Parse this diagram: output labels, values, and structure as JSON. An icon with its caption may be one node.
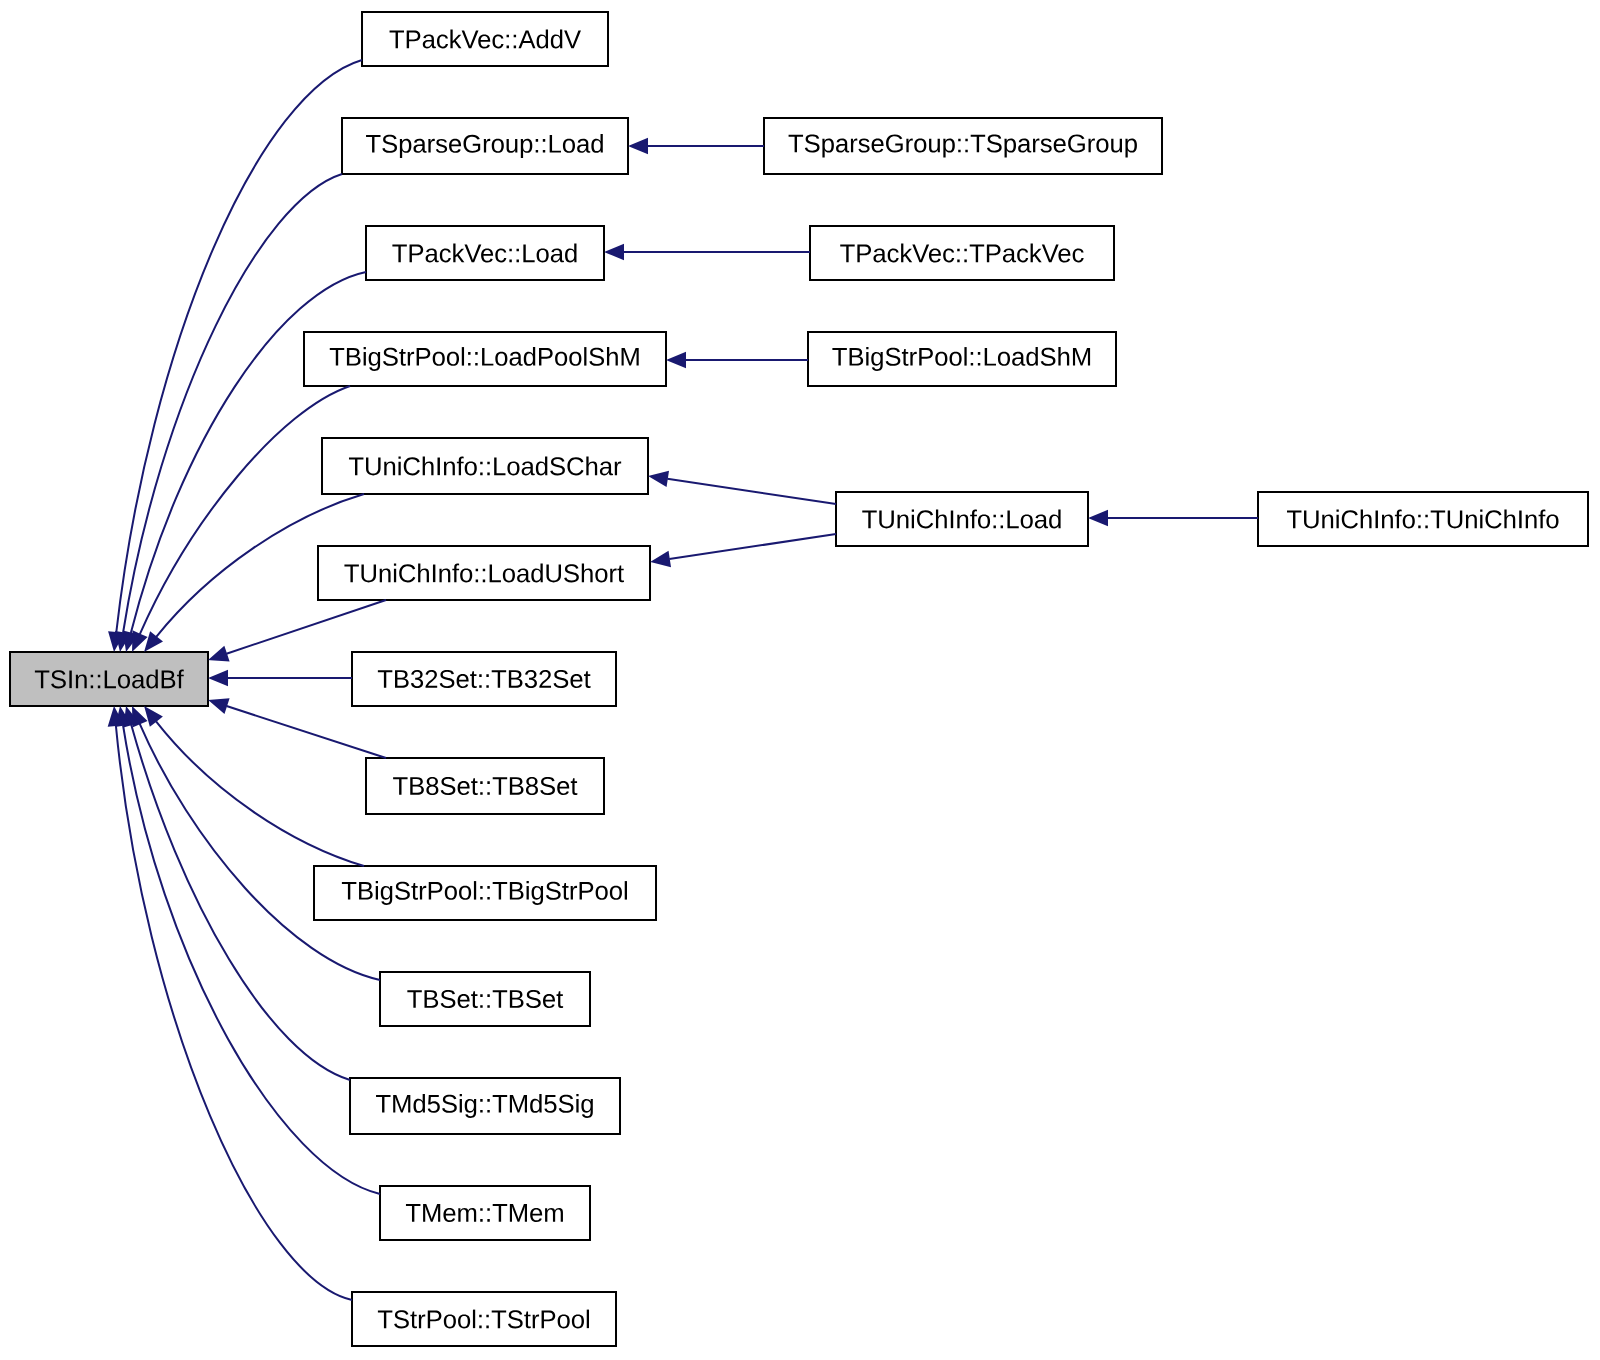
{
  "diagram": {
    "nodes": [
      {
        "text": [
          "TSIn::LoadBf"
        ]
      },
      {
        "text": [
          "TPackVec::AddV"
        ]
      },
      {
        "text": [
          "TSparseGroup::Load"
        ]
      },
      {
        "text": [
          "TPackVec::Load"
        ]
      },
      {
        "text": [
          "TBigStrPool::LoadPoolShM"
        ]
      },
      {
        "text": [
          "TUniChInfo::LoadSChar"
        ]
      },
      {
        "text": [
          "TUniChInfo::LoadUShort"
        ]
      },
      {
        "text": [
          "TB32Set::TB32Set"
        ]
      },
      {
        "text": [
          "TB8Set::TB8Set"
        ]
      },
      {
        "text": [
          "TBigStrPool::TBigStrPool"
        ]
      },
      {
        "text": [
          "TBSet::TBSet"
        ]
      },
      {
        "text": [
          "TMd5Sig::TMd5Sig"
        ]
      },
      {
        "text": [
          "TMem::TMem"
        ]
      },
      {
        "text": [
          "TStrPool::TStrPool"
        ]
      },
      {
        "text": [
          "TSparseGroup::TSparseGroup"
        ]
      },
      {
        "text": [
          "TPackVec::TPackVec"
        ]
      },
      {
        "text": [
          "TBigStrPool::LoadShM"
        ]
      },
      {
        "text": [
          "TUniChInfo::Load"
        ]
      },
      {
        "text": [
          "TUniChInfo::TUniChInfo"
        ]
      }
    ],
    "edges": [
      {
        "from": 1,
        "to": 0,
        "arrow": "to"
      },
      {
        "from": 2,
        "to": 0,
        "arrow": "to"
      },
      {
        "from": 3,
        "to": 0,
        "arrow": "to"
      },
      {
        "from": 4,
        "to": 0,
        "arrow": "to"
      },
      {
        "from": 5,
        "to": 0,
        "arrow": "to"
      },
      {
        "from": 6,
        "to": 0,
        "arrow": "to"
      },
      {
        "from": 7,
        "to": 0,
        "arrow": "to"
      },
      {
        "from": 8,
        "to": 0,
        "arrow": "to"
      },
      {
        "from": 9,
        "to": 0,
        "arrow": "to"
      },
      {
        "from": 10,
        "to": 0,
        "arrow": "to"
      },
      {
        "from": 11,
        "to": 0,
        "arrow": "to"
      },
      {
        "from": 12,
        "to": 0,
        "arrow": "to"
      },
      {
        "from": 13,
        "to": 0,
        "arrow": "to"
      },
      {
        "from": 14,
        "to": 2,
        "arrow": "to"
      },
      {
        "from": 15,
        "to": 3,
        "arrow": "to"
      },
      {
        "from": 16,
        "to": 4,
        "arrow": "to"
      },
      {
        "from": 17,
        "to": 5,
        "arrow": "to"
      },
      {
        "from": 17,
        "to": 6,
        "arrow": "to"
      },
      {
        "from": 18,
        "to": 17,
        "arrow": "to"
      }
    ]
  }
}
